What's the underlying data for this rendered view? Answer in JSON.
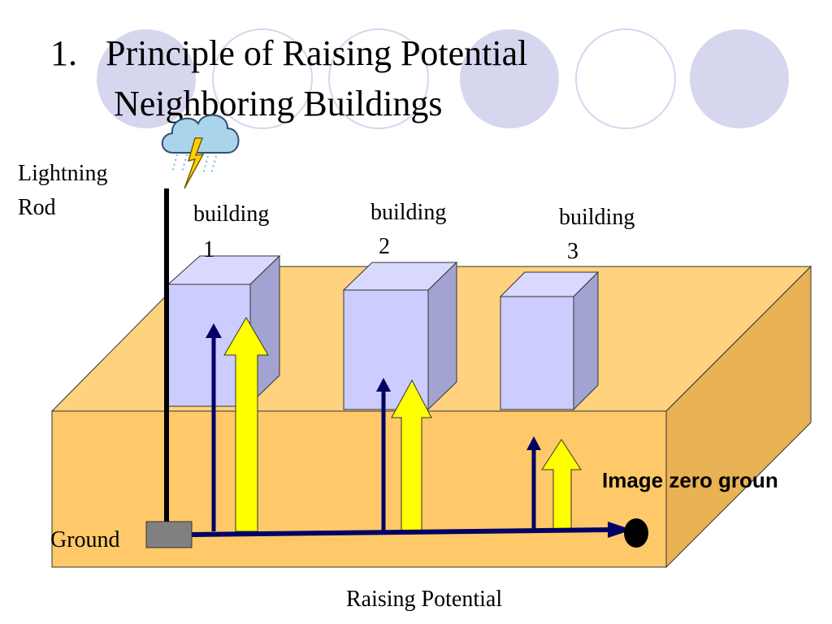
{
  "slide": {
    "title_number": "1.",
    "title_line1": "Principle of Raising Potential",
    "title_line2": "Neighboring Buildings"
  },
  "labels": {
    "lightning_rod_line1": "Lightning",
    "lightning_rod_line2": "Rod",
    "ground": "Ground",
    "image_zero_ground": "Image zero groun",
    "raising_potential": "Raising Potential"
  },
  "buildings": [
    {
      "word": "building",
      "number": "1"
    },
    {
      "word": "building",
      "number": "2"
    },
    {
      "word": "building",
      "number": "3"
    }
  ],
  "colors": {
    "ground_top": "#FFD27F",
    "ground_front": "#FFC96A",
    "ground_side": "#E8B255",
    "building_front": "#CCCCFF",
    "building_side": "#A3A3D1",
    "arrow_navy": "#000066",
    "arrow_yellow": "#FFFF00",
    "deco_circle": "#D6D6EE"
  },
  "icons": [
    "cloud-icon",
    "lightning-bolt-icon"
  ]
}
